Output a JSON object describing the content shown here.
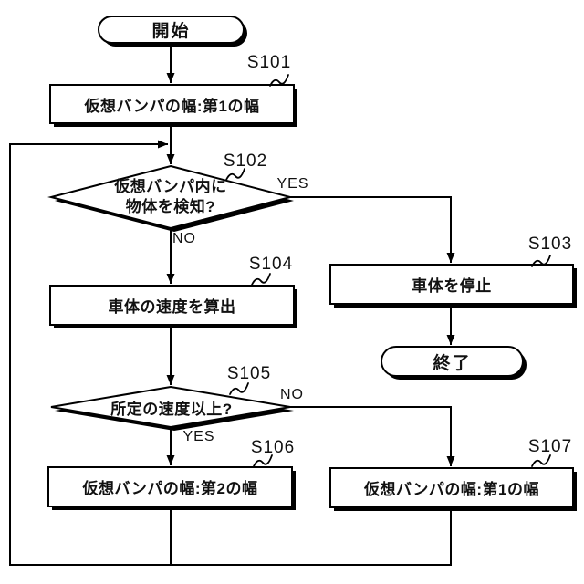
{
  "figure": {
    "type": "flowchart",
    "background_color": "#ffffff",
    "line_color": "#000000"
  },
  "nodes": {
    "start": {
      "label": "開始",
      "shape": "terminal"
    },
    "s101": {
      "step": "S101",
      "label": "仮想バンパの幅:第1の幅",
      "shape": "process"
    },
    "s102": {
      "step": "S102",
      "label": "仮想バンパ内に\n物体を検知?",
      "shape": "decision"
    },
    "s103": {
      "step": "S103",
      "label": "車体を停止",
      "shape": "process"
    },
    "s104": {
      "step": "S104",
      "label": "車体の速度を算出",
      "shape": "process"
    },
    "s105": {
      "step": "S105",
      "label": "所定の速度以上?",
      "shape": "decision"
    },
    "s106": {
      "step": "S106",
      "label": "仮想バンパの幅:第2の幅",
      "shape": "process"
    },
    "s107": {
      "step": "S107",
      "label": "仮想バンパの幅:第1の幅",
      "shape": "process"
    },
    "end": {
      "label": "終了",
      "shape": "terminal"
    }
  },
  "branch_labels": {
    "s102_yes": "YES",
    "s102_no": "NO",
    "s105_yes": "YES",
    "s105_no": "NO"
  }
}
